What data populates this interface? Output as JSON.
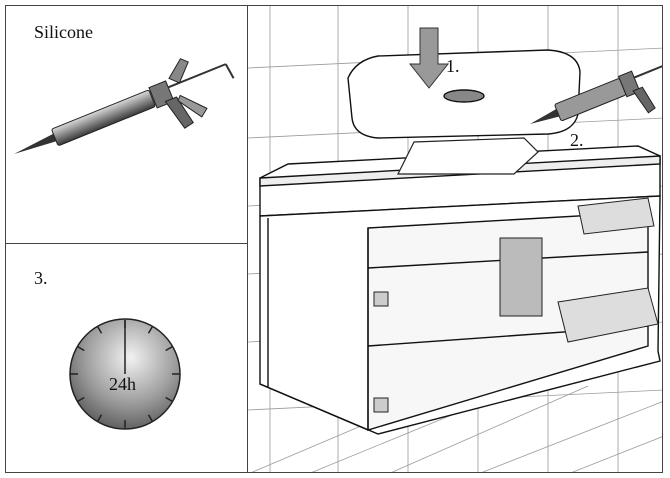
{
  "panel1": {
    "label": "Silicone"
  },
  "panel3": {
    "label": "3.",
    "timer": "24h"
  },
  "panel2": {
    "step1": "1.",
    "step2": "2."
  }
}
